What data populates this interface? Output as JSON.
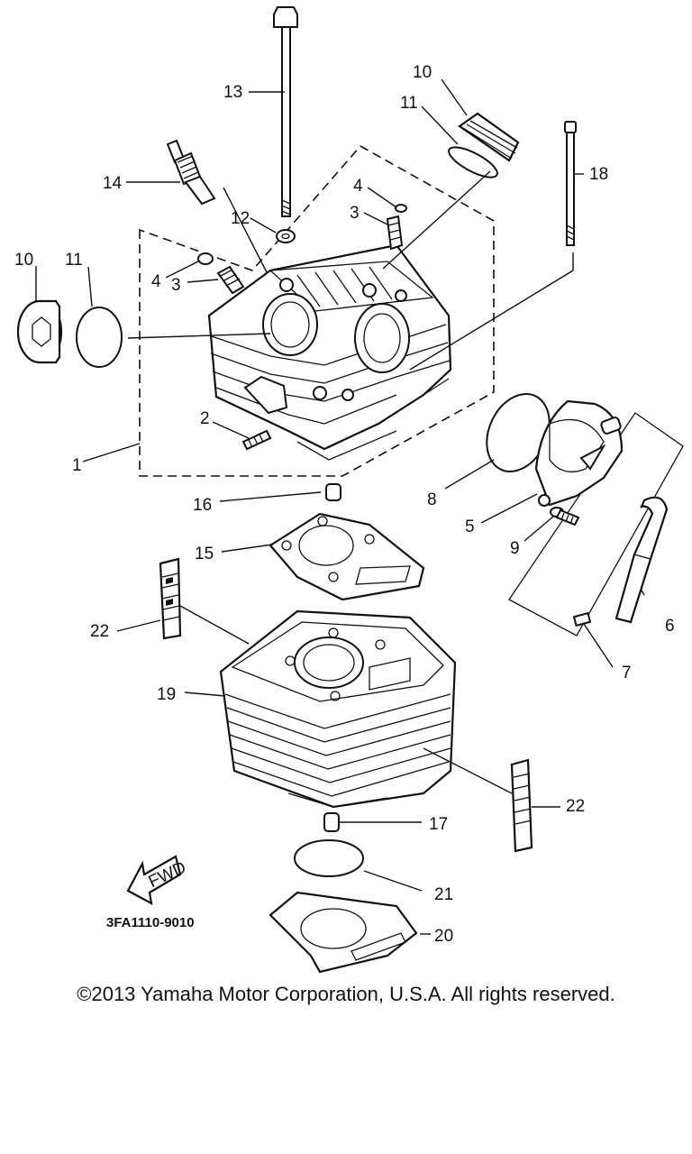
{
  "diagram": {
    "callouts": [
      {
        "id": "c1",
        "text": "1"
      },
      {
        "id": "c2",
        "text": "2"
      },
      {
        "id": "c3a",
        "text": "3"
      },
      {
        "id": "c3b",
        "text": "3"
      },
      {
        "id": "c4a",
        "text": "4"
      },
      {
        "id": "c4b",
        "text": "4"
      },
      {
        "id": "c5",
        "text": "5"
      },
      {
        "id": "c6",
        "text": "6"
      },
      {
        "id": "c7",
        "text": "7"
      },
      {
        "id": "c8",
        "text": "8"
      },
      {
        "id": "c9",
        "text": "9"
      },
      {
        "id": "c10a",
        "text": "10"
      },
      {
        "id": "c10b",
        "text": "10"
      },
      {
        "id": "c11a",
        "text": "11"
      },
      {
        "id": "c11b",
        "text": "11"
      },
      {
        "id": "c12",
        "text": "12"
      },
      {
        "id": "c13",
        "text": "13"
      },
      {
        "id": "c14",
        "text": "14"
      },
      {
        "id": "c15",
        "text": "15"
      },
      {
        "id": "c16",
        "text": "16"
      },
      {
        "id": "c17",
        "text": "17"
      },
      {
        "id": "c18",
        "text": "18"
      },
      {
        "id": "c19",
        "text": "19"
      },
      {
        "id": "c20",
        "text": "20"
      },
      {
        "id": "c21",
        "text": "21"
      },
      {
        "id": "c22a",
        "text": "22"
      },
      {
        "id": "c22b",
        "text": "22"
      }
    ],
    "fwd_label": "FWD",
    "diagram_code": "3FA1110-9010"
  },
  "footer": {
    "copyright": "©2013 Yamaha Motor Corporation, U.S.A. All rights reserved."
  }
}
